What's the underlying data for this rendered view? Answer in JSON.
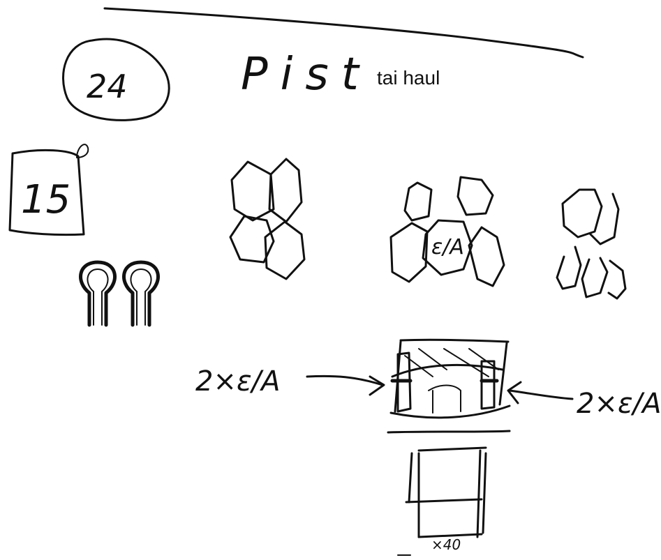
{
  "sheet": {
    "page_number": "24",
    "title": "Pist",
    "subtitle": "tai haul",
    "count_label": "15",
    "left_note": "2×ε/A",
    "right_note": "2×ε/A",
    "hex_label": "ε/A",
    "dim_label": "×40"
  },
  "colors": {
    "ink": "#111111",
    "paper": "#ffffff"
  }
}
